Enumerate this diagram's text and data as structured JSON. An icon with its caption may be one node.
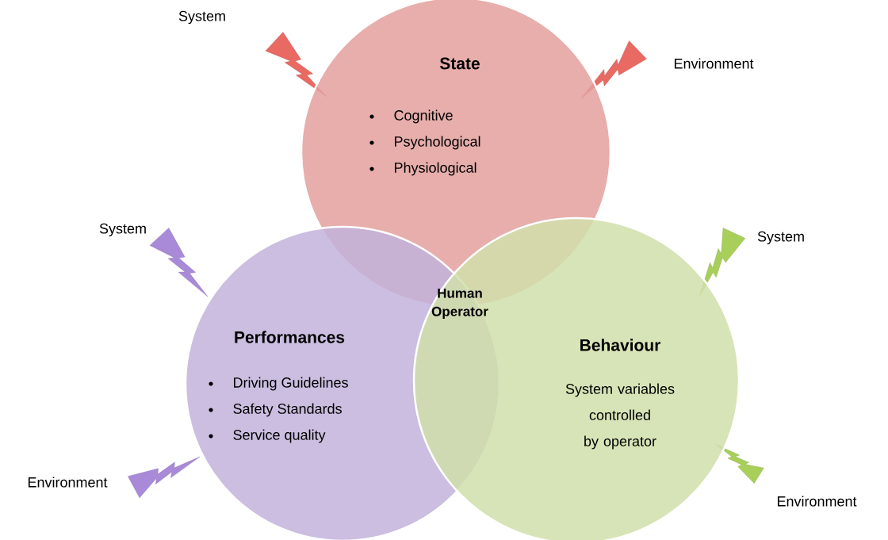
{
  "diagram": {
    "nodes": [
      {
        "text": [
          "State",
          "Cognitive",
          "Psychological",
          "Physiological"
        ]
      },
      {
        "text": [
          "Performances",
          "Driving Guidelines",
          "Safety Standards",
          "Service quality"
        ]
      },
      {
        "text": [
          "Behaviour",
          "System variables controlled by operator"
        ]
      }
    ],
    "labels": [
      "System",
      "Environment",
      "System",
      "Human Operator",
      "System",
      "Environment",
      "Environment"
    ]
  }
}
